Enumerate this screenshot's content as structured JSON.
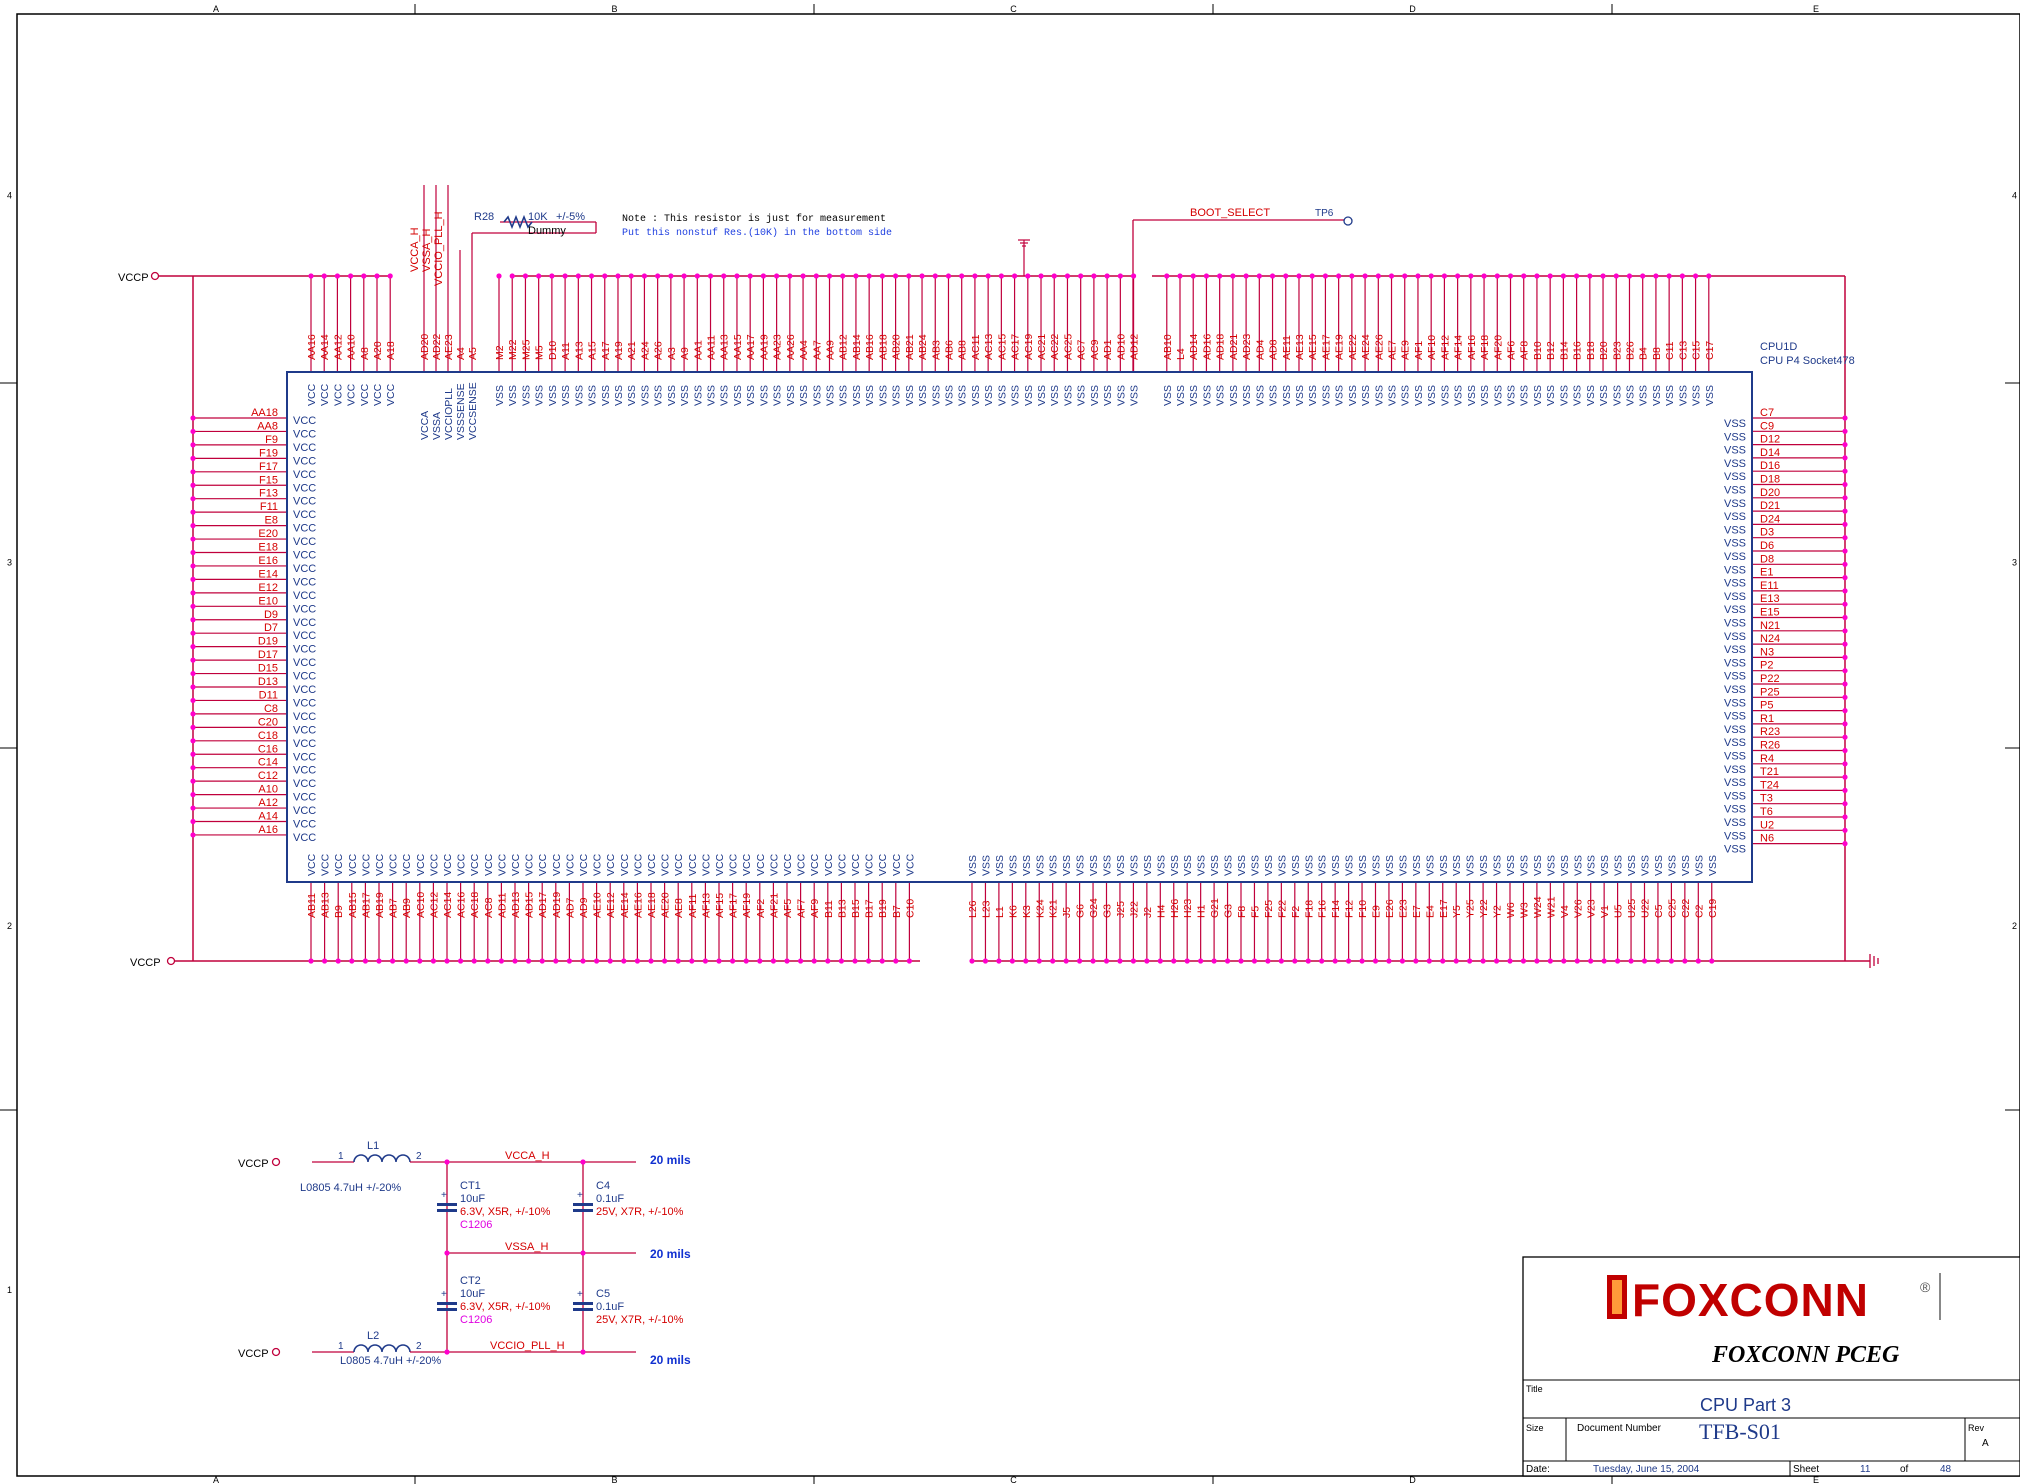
{
  "frame": {
    "columns": [
      "A",
      "B",
      "C",
      "D",
      "E"
    ],
    "rows": [
      "4",
      "3",
      "2",
      "1"
    ]
  },
  "net_power": "VCCP",
  "colors": {
    "wire": "#c0003c",
    "pin": "#c0003c",
    "part": "#1f3a8a",
    "net_label": "#d40000",
    "note_blue": "#2040e0",
    "junction": "#ff00cc",
    "footprint": "#e000e0",
    "mils": "#1030d0",
    "frame": "#000000"
  },
  "ic": {
    "refdes": "CPU1D",
    "value": "CPU P4 Socket478",
    "left_pins": [
      "AA18",
      "AA8",
      "F9",
      "F19",
      "F17",
      "F15",
      "F13",
      "F11",
      "E8",
      "E20",
      "E18",
      "E16",
      "E14",
      "E12",
      "E10",
      "D9",
      "D7",
      "D19",
      "D17",
      "D15",
      "D13",
      "D11",
      "C8",
      "C20",
      "C18",
      "C16",
      "C14",
      "C12",
      "A10",
      "A12",
      "A14",
      "A16"
    ],
    "left_pin_label": "VCC",
    "right_pins": [
      "C7",
      "C9",
      "D12",
      "D14",
      "D16",
      "D18",
      "D20",
      "D21",
      "D24",
      "D3",
      "D6",
      "D8",
      "E1",
      "E11",
      "E13",
      "E15",
      "N21",
      "N24",
      "N3",
      "P2",
      "P22",
      "P25",
      "P5",
      "R1",
      "R23",
      "R26",
      "R4",
      "T21",
      "T24",
      "T3",
      "T6",
      "U2",
      "N6"
    ],
    "right_pin_label": "VSS",
    "top_vcc_pins": [
      "AA16",
      "AA14",
      "AA12",
      "AA10",
      "A8",
      "A20",
      "A18"
    ],
    "top_special_pins": [
      {
        "pin": "AD20",
        "label": "VCCA"
      },
      {
        "pin": "AD22",
        "label": "VSSA"
      },
      {
        "pin": "AE23",
        "label": "VCCIOPLL"
      },
      {
        "pin": "A4",
        "label": "VSSSENSE"
      },
      {
        "pin": "A5",
        "label": "VCCSENSE"
      }
    ],
    "top_vss_pins": [
      "M2",
      "M22",
      "M25",
      "M5",
      "D10",
      "A11",
      "A13",
      "A15",
      "A17",
      "A19",
      "A21",
      "A24",
      "A26",
      "A3",
      "A9",
      "AA1",
      "AA11",
      "AA13",
      "AA15",
      "AA17",
      "AA19",
      "AA23",
      "AA26",
      "AA4",
      "AA7",
      "AA9",
      "AB12",
      "AB14",
      "AB16",
      "AB18",
      "AB20",
      "AB21",
      "AB24",
      "AB3",
      "AB6",
      "AB8",
      "AC11",
      "AC13",
      "AC15",
      "AC17",
      "AC19",
      "AC21",
      "AC22",
      "AC25",
      "AC7",
      "AC9",
      "AD1",
      "AD10",
      "AD12",
      "AB10",
      "L4",
      "AD14",
      "AD16",
      "AD18",
      "AD21",
      "AD23",
      "AD4",
      "AD8",
      "AE11",
      "AE13",
      "AE15",
      "AE17",
      "AE19",
      "AE22",
      "AE24",
      "AE26",
      "AE7",
      "AE9",
      "AF1",
      "AF10",
      "AF12",
      "AF14",
      "AF16",
      "AF18",
      "AF20",
      "AF6",
      "AF8",
      "B10",
      "B12",
      "B14",
      "B16",
      "B18",
      "B20",
      "B23",
      "B26",
      "B4",
      "B8",
      "C11",
      "C13",
      "C15",
      "C17"
    ],
    "pin_label_vss": "VSS",
    "bottom_vcc_pins": [
      "AB11",
      "AB13",
      "B9",
      "AB15",
      "AB17",
      "AB19",
      "AB7",
      "AB9",
      "AC10",
      "AC12",
      "AC14",
      "AC16",
      "AC18",
      "AC8",
      "AD11",
      "AD13",
      "AD15",
      "AD17",
      "AD19",
      "AD7",
      "AD9",
      "AE10",
      "AE12",
      "AE14",
      "AE16",
      "AE18",
      "AE20",
      "AE8",
      "AF11",
      "AF13",
      "AF15",
      "AF17",
      "AF19",
      "AF2",
      "AF21",
      "AF5",
      "AF7",
      "AF9",
      "B11",
      "B13",
      "B15",
      "B17",
      "B19",
      "B7",
      "C10"
    ],
    "bottom_vss_pins": [
      "L26",
      "L23",
      "L1",
      "K6",
      "K3",
      "K24",
      "K21",
      "J5",
      "G6",
      "G24",
      "G3",
      "J25",
      "J22",
      "J2",
      "H4",
      "H26",
      "H23",
      "H1",
      "G21",
      "G3",
      "F8",
      "F5",
      "F25",
      "F22",
      "F2",
      "F18",
      "F16",
      "F14",
      "F12",
      "F10",
      "E9",
      "E26",
      "E23",
      "E7",
      "E4",
      "E17",
      "Y5",
      "Y25",
      "Y22",
      "Y2",
      "W6",
      "W3",
      "W24",
      "W21",
      "V4",
      "V26",
      "V23",
      "V1",
      "U5",
      "U25",
      "U22",
      "C5",
      "C25",
      "C22",
      "C2",
      "C19"
    ]
  },
  "top_nets": {
    "vcca": "VCCA_H",
    "vssa": "VSSA_H",
    "vccio": "VCCIO_PLL_H"
  },
  "r28": {
    "ref": "R28",
    "value": "10K",
    "tol": "+/-5%",
    "footprint": "Dummy"
  },
  "note": {
    "line1": "Note : This resistor is just for measurement",
    "line2": "Put this nonstuf Res.(10K) in the bottom side"
  },
  "boot_select": "BOOT_SELECT",
  "tp6": "TP6",
  "filter": {
    "l1": {
      "ref": "L1",
      "desc": "L0805 4.7uH +/-20%"
    },
    "l2": {
      "ref": "L2",
      "desc": "L0805 4.7uH +/-20%"
    },
    "pin1": "1",
    "pin2": "2",
    "ct1": {
      "ref": "CT1",
      "value": "10uF",
      "rating": "6.3V, X5R, +/-10%",
      "pkg": "C1206"
    },
    "ct2": {
      "ref": "CT2",
      "value": "10uF",
      "rating": "6.3V, X5R, +/-10%",
      "pkg": "C1206"
    },
    "c4": {
      "ref": "C4",
      "value": "0.1uF",
      "rating": "25V, X7R, +/-10%"
    },
    "c5": {
      "ref": "C5",
      "value": "0.1uF",
      "rating": "25V, X7R, +/-10%"
    },
    "mils": "20 mils"
  },
  "title_block": {
    "company": "FOXCONN PCEG",
    "logo_text": "FOXCONN",
    "reg_mark": "®",
    "title_label": "Title",
    "title": "CPU Part 3",
    "size_label": "Size",
    "docnum_label": "Document Number",
    "docnum": "TFB-S01",
    "rev_label": "Rev",
    "rev": "A",
    "date_label": "Date:",
    "date": "Tuesday, June 15, 2004",
    "sheet_label": "Sheet",
    "sheet": "11",
    "of_label": "of",
    "total": "48"
  }
}
